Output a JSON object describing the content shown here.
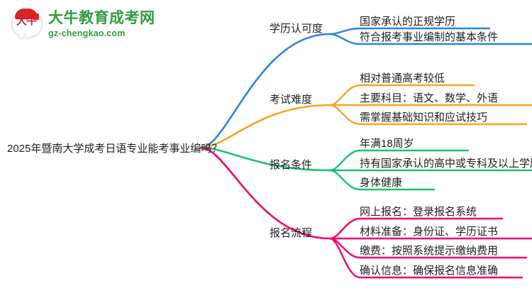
{
  "logo": {
    "mark_text": "大牛",
    "title": "大牛教育成考网",
    "url": "gz-chengkao.com",
    "brand_green": "#2f9b3f",
    "brand_red": "#d9232a"
  },
  "mindmap": {
    "root": {
      "label": "2025年暨南大学成考日语专业能考事业编吗？"
    },
    "branches": [
      {
        "label": "学历认可度",
        "color": "#2a84e0",
        "children": [
          {
            "label": "国家承认的正规学历"
          },
          {
            "label": "符合报考事业编制的基本条件"
          }
        ]
      },
      {
        "label": "考试难度",
        "color": "#f6a623",
        "children": [
          {
            "label": "相对普通高考较低"
          },
          {
            "label": "主要科目：语文、数学、外语"
          },
          {
            "label": "需掌握基础知识和应试技巧"
          }
        ]
      },
      {
        "label": "报名条件",
        "color": "#19c177",
        "children": [
          {
            "label": "年满18周岁"
          },
          {
            "label": "持有国家承认的高中或专科及以上学历"
          },
          {
            "label": "身体健康"
          }
        ]
      },
      {
        "label": "报名流程",
        "color": "#f3006e",
        "children": [
          {
            "label": "网上报名：登录报名系统"
          },
          {
            "label": "材料准备：身份证、学历证书"
          },
          {
            "label": "缴费：按照系统提示缴纳费用"
          },
          {
            "label": "确认信息：确保报名信息准确"
          }
        ]
      }
    ]
  }
}
